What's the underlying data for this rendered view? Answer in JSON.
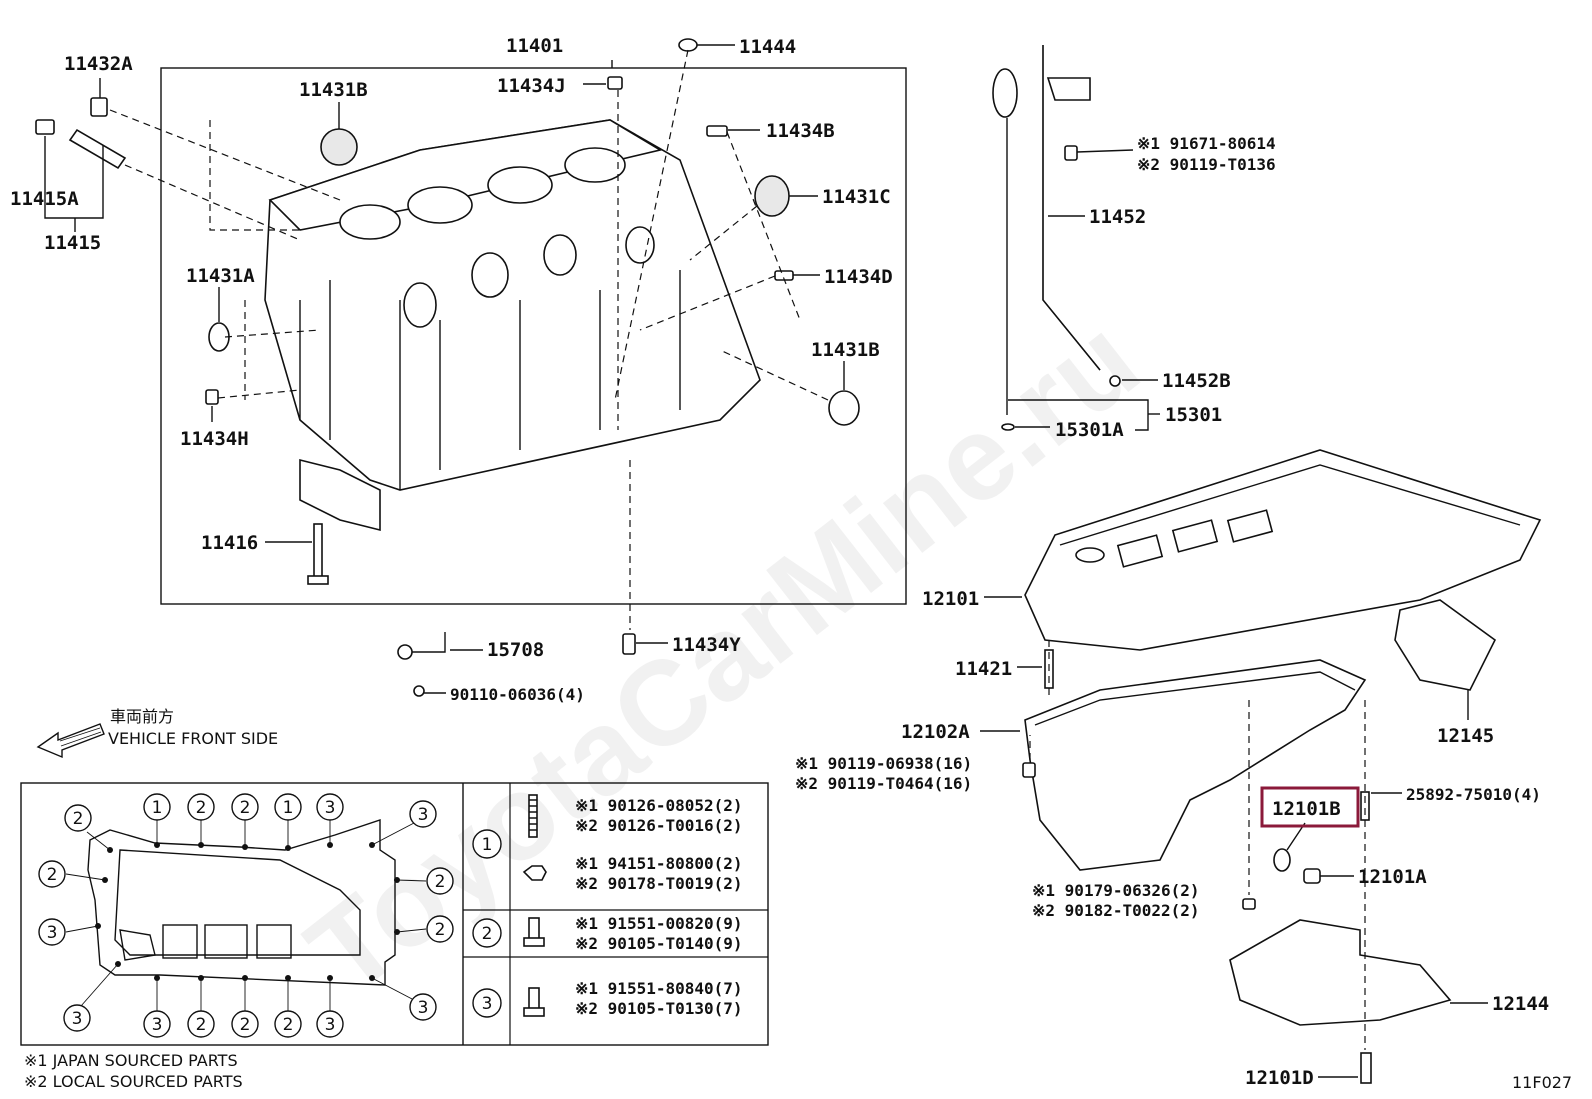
{
  "diagram_code": "11F027",
  "watermark": "ToyotaCarMine.ru",
  "highlighted_part": "12101B",
  "labels": {
    "p11401": "11401",
    "p11444": "11444",
    "p11432A": "11432A",
    "p11434J": "11434J",
    "p11431B_top": "11431B",
    "p11434B": "11434B",
    "p11415A": "11415A",
    "p11415": "11415",
    "p11431C": "11431C",
    "p11431A": "11431A",
    "p11434D": "11434D",
    "p11431B_right": "11431B",
    "p11434H": "11434H",
    "p11416": "11416",
    "p15708": "15708",
    "p11434Y": "11434Y",
    "p90110": "90110-06036(4)",
    "p11452": "11452",
    "p11452B": "11452B",
    "p15301A": "15301A",
    "p15301": "15301",
    "p12101": "12101",
    "p11421": "11421",
    "p12102A": "12102A",
    "p12145": "12145",
    "p12101B": "12101B",
    "p25892": "25892-75010(4)",
    "p12101A": "12101A",
    "p12144": "12144",
    "p12101D": "12101D"
  },
  "bolt_refs": {
    "dipstick_1": "※1 91671-80614",
    "dipstick_2": "※2 90119-T0136",
    "pan_bolt_1": "※1 90119-06938(16)",
    "pan_bolt_2": "※2 90119-T0464(16)",
    "nut_1": "※1 90179-06326(2)",
    "nut_2": "※2 90182-T0022(2)"
  },
  "front_arrow": {
    "jp": "車両前方",
    "en": "VEHICLE FRONT SIDE"
  },
  "legend_table": {
    "rows": [
      {
        "num": "1",
        "lines": [
          "※1 90126-08052(2)",
          "※2 90126-T0016(2)",
          "※1 94151-80800(2)",
          "※2 90178-T0019(2)"
        ]
      },
      {
        "num": "2",
        "lines": [
          "※1 91551-00820(9)",
          "※2 90105-T0140(9)"
        ]
      },
      {
        "num": "3",
        "lines": [
          "※1 91551-80840(7)",
          "※2 90105-T0130(7)"
        ]
      }
    ]
  },
  "pan_map": {
    "top_row": [
      "2",
      "1",
      "2",
      "2",
      "1",
      "3",
      "3"
    ],
    "left_col": [
      "2",
      "3"
    ],
    "right_col": [
      "2",
      "2"
    ],
    "bottom_row": [
      "3",
      "3",
      "2",
      "2",
      "2",
      "3",
      "3"
    ],
    "bottom_left": "3"
  },
  "notes": {
    "note1": "※1 JAPAN SOURCED PARTS",
    "note2": "※2 LOCAL SOURCED PARTS"
  }
}
